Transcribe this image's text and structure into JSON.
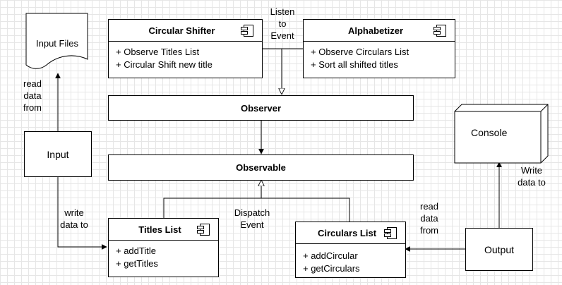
{
  "diagram": {
    "input_files": {
      "label": "Input Files"
    },
    "circular_shifter": {
      "title": "Circular Shifter",
      "methods": [
        "+ Observe Titles List",
        "+ Circular Shift new title"
      ]
    },
    "alphabetizer": {
      "title": "Alphabetizer",
      "methods": [
        "+ Observe Circulars List",
        "+ Sort all shifted titles"
      ]
    },
    "observer": {
      "label": "Observer"
    },
    "observable": {
      "label": "Observable"
    },
    "input": {
      "label": "Input"
    },
    "titles_list": {
      "title": "Titles List",
      "methods": [
        "+ addTitle",
        "+ getTitles"
      ]
    },
    "circulars_list": {
      "title": "Circulars List",
      "methods": [
        "+ addCircular",
        "+ getCirculars"
      ]
    },
    "console": {
      "label": "Console"
    },
    "output": {
      "label": "Output"
    },
    "edge_labels": {
      "listen_to_event": [
        "Listen",
        "to",
        "Event"
      ],
      "read_data_from_left": [
        "read",
        "data",
        "from"
      ],
      "write_data_to_left": [
        "write",
        "data to"
      ],
      "dispatch_event": [
        "Dispatch",
        "Event"
      ],
      "read_data_from_right": [
        "read",
        "data",
        "from"
      ],
      "write_data_to_right": [
        "Write",
        "data to"
      ]
    }
  }
}
